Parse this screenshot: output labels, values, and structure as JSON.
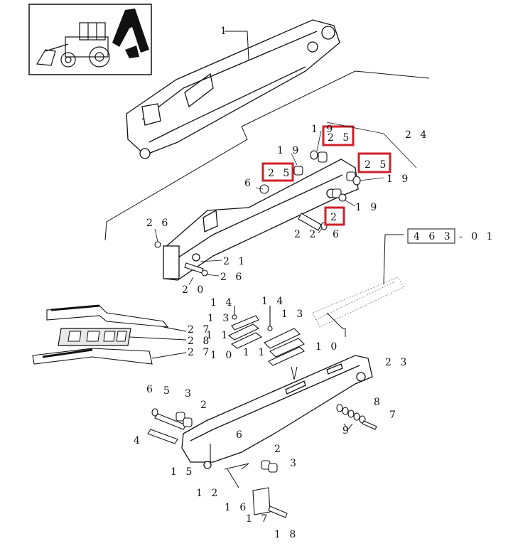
{
  "diagram": {
    "reference_code": "4 6 3 - 0 1",
    "highlight_color": "#d0202a",
    "callouts": {
      "c1": "1",
      "c19a": "1 9",
      "c25a": "2 5",
      "c24": "2 4",
      "c19b": "1 9",
      "c25b": "2 5",
      "c25c": "2 5",
      "c19c": "1 9",
      "c6a": "6",
      "c19d": "1 9",
      "c2a": "2",
      "c26a": "2 6",
      "c22": "2 2",
      "c6b": "6",
      "c21": "2 1",
      "c26b": "2 6",
      "c20": "2 0",
      "c14a": "1 4",
      "c14b": "1 4",
      "c13a": "1 3",
      "c13b": "1 3",
      "c11a": "1 1",
      "c11b": "1 1",
      "c10a": "1 0",
      "c10b": "1 0",
      "c27a": "2 7",
      "c28": "2 8",
      "c27b": "2 7",
      "c23": "2 3",
      "c6c": "6",
      "c5": "5",
      "c3a": "3",
      "c2b": "2",
      "c8": "8",
      "c7": "7",
      "c9": "9",
      "c4": "4",
      "c6d": "6",
      "c2c": "2",
      "c3b": "3",
      "c15": "1 5",
      "c12": "1 2",
      "c16": "1 6",
      "c17": "1 7",
      "c18": "1 8"
    }
  }
}
